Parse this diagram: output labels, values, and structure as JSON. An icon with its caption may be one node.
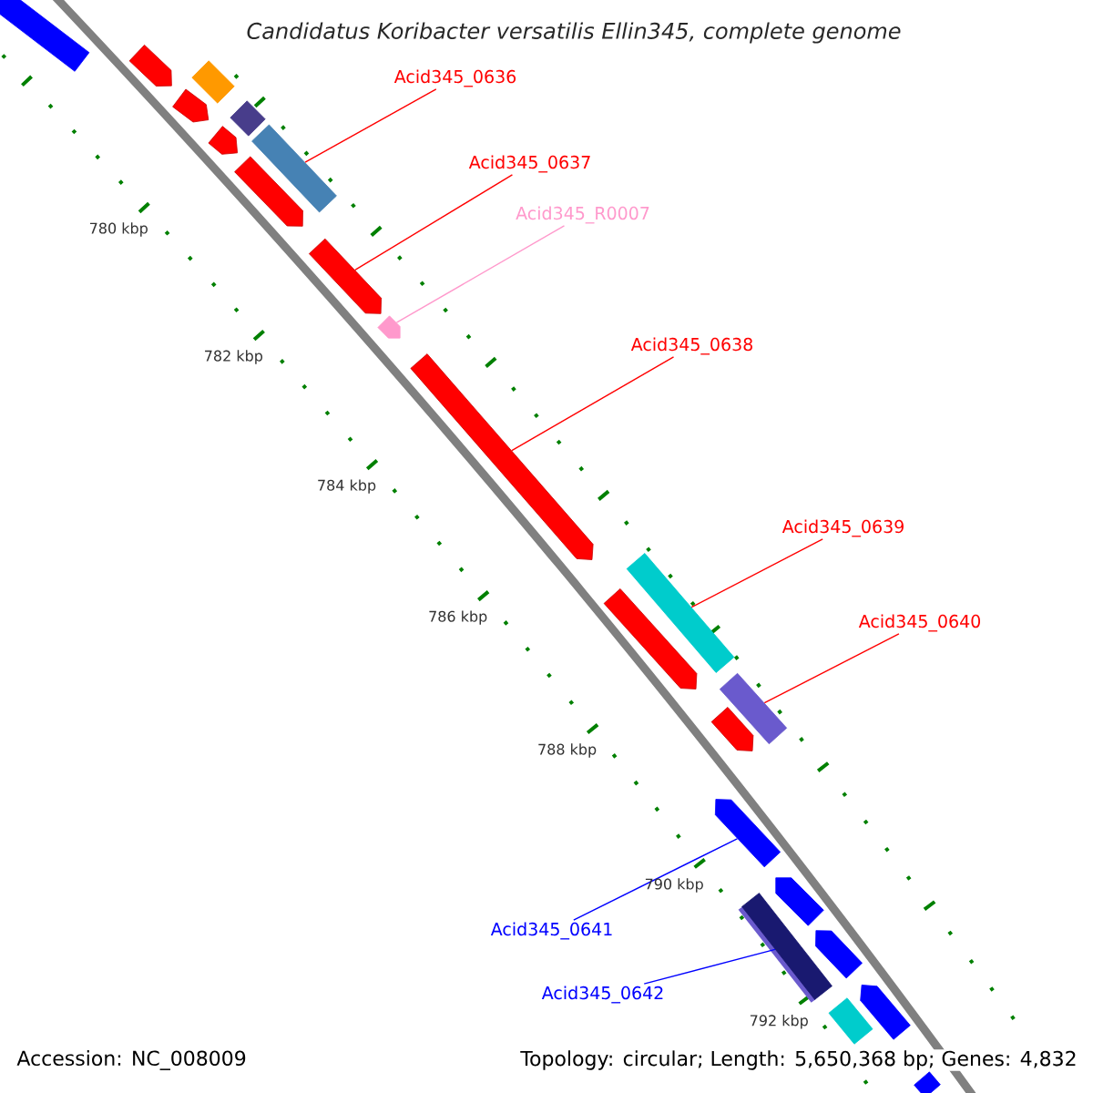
{
  "diagram": {
    "title": "Candidatus Koribacter versatilis Ellin345, complete genome",
    "nodes": [
      {
        "text": [
          "Acid345_0636"
        ]
      },
      {
        "text": [
          "Acid345_0637"
        ]
      },
      {
        "text": [
          "Acid345_R0007"
        ]
      },
      {
        "text": [
          "Acid345_0638"
        ]
      },
      {
        "text": [
          "Acid345_0639"
        ]
      },
      {
        "text": [
          "Acid345_0640"
        ]
      },
      {
        "text": [
          "Acid345_0641"
        ]
      },
      {
        "text": [
          "Acid345_0642"
        ]
      },
      {
        "text": [],
        "shape": "bar"
      },
      {
        "text": [],
        "shape": "pentagon"
      },
      {
        "text": [],
        "shape": "bar"
      },
      {
        "text": [],
        "shape": "pentagon"
      },
      {
        "text": [],
        "shape": "bar"
      },
      {
        "text": [],
        "shape": "pentagon"
      },
      {
        "text": [],
        "shape": "bar"
      },
      {
        "text": [],
        "shape": "pentagon"
      },
      {
        "text": [],
        "shape": "pentagon"
      },
      {
        "text": [],
        "shape": "pentagon"
      },
      {
        "text": [],
        "shape": "pentagon"
      },
      {
        "text": [],
        "shape": "bar"
      },
      {
        "text": [],
        "shape": "pentagon"
      },
      {
        "text": [],
        "shape": "bar"
      },
      {
        "text": [],
        "shape": "pentagon"
      },
      {
        "text": [],
        "shape": "pentagon"
      },
      {
        "text": [],
        "shape": "pentagon"
      },
      {
        "text": [],
        "shape": "bar"
      },
      {
        "text": [],
        "shape": "pentagon"
      },
      {
        "text": [],
        "shape": "pentagon"
      },
      {
        "text": [],
        "shape": "bar"
      },
      {
        "text": [],
        "shape": "bar"
      }
    ],
    "edges": [
      {
        "from": 0,
        "to": 14,
        "arrow": "none"
      },
      {
        "from": 1,
        "to": 16,
        "arrow": "none"
      },
      {
        "from": 2,
        "to": 17,
        "arrow": "none",
        "color": "#ff99cc"
      },
      {
        "from": 3,
        "to": 18,
        "arrow": "none"
      },
      {
        "from": 4,
        "to": 19,
        "arrow": "none"
      },
      {
        "from": 5,
        "to": 21,
        "arrow": "none"
      },
      {
        "from": 6,
        "to": 23,
        "arrow": "none",
        "color": "#0000ff"
      },
      {
        "from": 7,
        "to": 25,
        "arrow": "none",
        "color": "#0000ff"
      }
    ],
    "labels": [
      "780 kbp",
      "782 kbp",
      "784 kbp",
      "786 kbp",
      "788 kbp",
      "790 kbp",
      "792 kbp",
      "Accession: NC_008009",
      "Topology: circular; Length: 5,650,368 bp; Genes: 4,832"
    ]
  }
}
